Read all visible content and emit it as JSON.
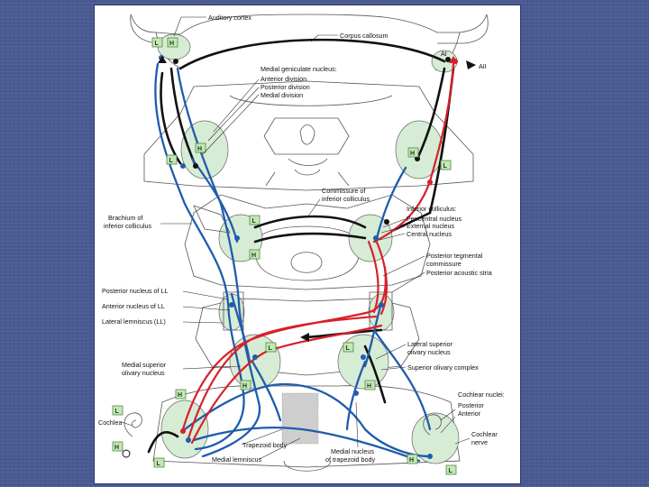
{
  "labels": {
    "auditory_cortex": "Auditory cortex",
    "corpus_callosum": "Corpus callosum",
    "ai": "AI",
    "aii": "AII",
    "mgn_title": "Medial geniculate nucleus:",
    "mgn_anterior": "Anterior division",
    "mgn_posterior": "Posterior division",
    "mgn_medial": "Medial division",
    "commissure_line1": "Commissure of",
    "commissure_line2": "inferior colliculus",
    "ic_title": "Inferior colliculus:",
    "ic_pericentral": "Pericentral nucleus",
    "ic_external": "External nucleus",
    "ic_central": "Central nucleus",
    "brachium_line1": "Brachium of",
    "brachium_line2": "inferior colliculus",
    "ptc_line1": "Posterior tegmental",
    "ptc_line2": "commissure",
    "pas": "Posterior acoustic stria",
    "posterior_ll": "Posterior nucleus of LL",
    "anterior_ll": "Anterior nucleus of LL",
    "lateral_lemniscus": "Lateral lemniscus (LL)",
    "mso_line1": "Medial superior",
    "mso_line2": "olivary nucleus",
    "lso_line1": "Lateral superior",
    "lso_line2": "olivary nucleus",
    "soc": "Superior olivary complex",
    "cn_title": "Cochlear nuclei:",
    "cn_posterior": "Posterior",
    "cn_anterior": "Anterior",
    "cochlear_nerve_line1": "Cochlear",
    "cochlear_nerve_line2": "nerve",
    "cochlea": "Cochlea",
    "trapezoid_body": "Trapezoid body",
    "medial_lemniscus": "Medial lemniscus",
    "mntb_line1": "Medial nucleus",
    "mntb_line2": "of trapezoid body"
  },
  "tags": {
    "low": "L",
    "high": "H"
  },
  "colors": {
    "background": "#4a5a93",
    "black_path": "#111111",
    "blue_path": "#1f5cad",
    "red_path": "#d8202a",
    "green_region": "#d7ecd5",
    "tag_fill": "#c6e6b8"
  }
}
